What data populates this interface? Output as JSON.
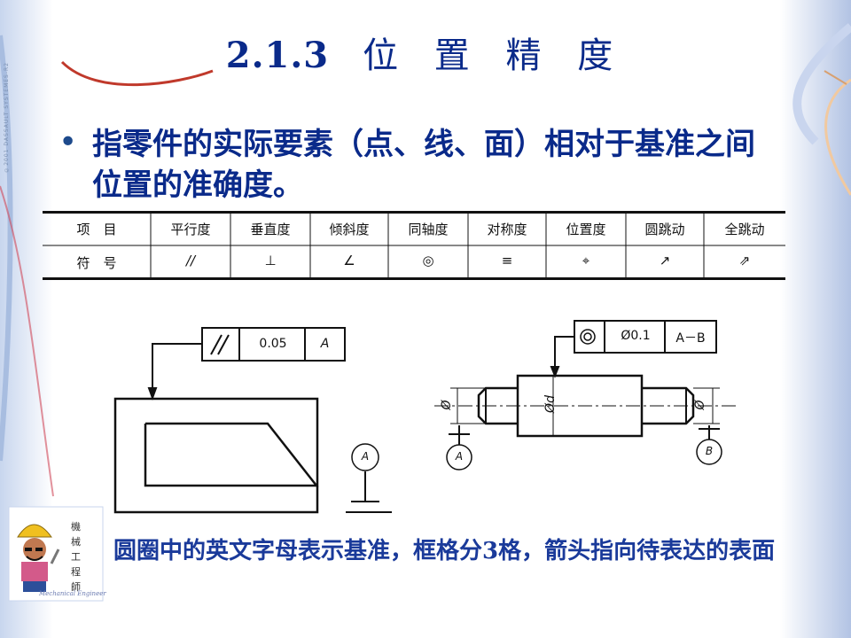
{
  "slide": {
    "title_number": "2.1.3",
    "title_text": "位 置 精 度",
    "bullet_symbol": "•",
    "bullet_text": "指零件的实际要素（点、线、面）相对于基准之间位置的准确度。",
    "side_copyright": "©2001 DASSAULT SYSTEMES-R2",
    "caption": "圆圈中的英文字母表示基准，框格分3格，箭头指向待表达的表面"
  },
  "symbol_table": {
    "row_headers": [
      "项　目",
      "符　号"
    ],
    "items": [
      "平行度",
      "垂直度",
      "倾斜度",
      "同轴度",
      "对称度",
      "位置度",
      "圆跳动",
      "全跳动"
    ],
    "symbols": [
      "//",
      "⊥",
      "∠",
      "◎",
      "≡",
      "⌖",
      "↗",
      "⇗"
    ]
  },
  "drawing_left": {
    "tolerance_symbol": "//",
    "tolerance_value": "0.05",
    "datum_ref": "A",
    "datum_label": "A"
  },
  "drawing_right": {
    "tolerance_symbol": "◎",
    "tolerance_value": "Ø0.1",
    "datum_ref": "A－B",
    "dim_left": "Ø",
    "dim_center": "Ød",
    "dim_right": "Ø",
    "datum_label_a": "A",
    "datum_label_b": "B"
  },
  "mascot": {
    "vertical_text": "機械工程師",
    "english_text": "Mechanical Engineer"
  }
}
